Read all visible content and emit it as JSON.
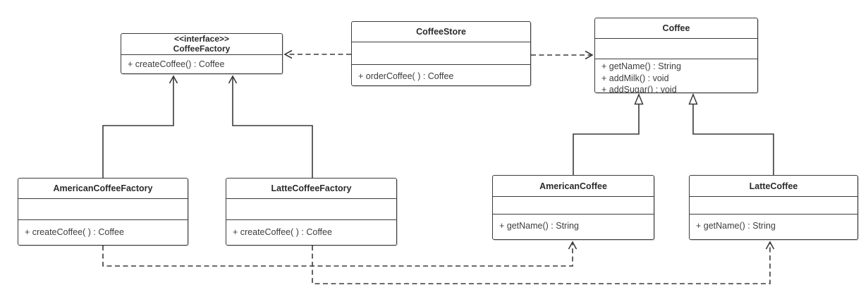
{
  "diagram": {
    "kind": "uml-class-diagram",
    "subject": "Coffee Factory pattern",
    "background": "#ffffff"
  },
  "colors": {
    "line": "#3a3a3a",
    "border": "#3b3b3b",
    "text": "#3d3d3d",
    "title_text": "#2b2b2b",
    "box_fill": "#ffffff"
  },
  "classes": [
    {
      "id": "coffee-factory",
      "stereotype": "<<interface>>",
      "name": "CoffeeFactory",
      "attributes": [],
      "methods": [
        "+ createCoffee() : Coffee"
      ]
    },
    {
      "id": "coffee-store",
      "name": "CoffeeStore",
      "attributes": [],
      "methods": [
        "+ orderCoffee( ) : Coffee"
      ]
    },
    {
      "id": "coffee",
      "name": "Coffee",
      "attributes": [],
      "methods": [
        "+ getName() : String",
        "+ addMilk() : void",
        "+ addSugar() : void"
      ]
    },
    {
      "id": "american-coffee-factory",
      "name": "AmericanCoffeeFactory",
      "attributes": [],
      "methods": [
        "+ createCoffee( ) : Coffee"
      ]
    },
    {
      "id": "latte-coffee-factory",
      "name": "LatteCoffeeFactory",
      "attributes": [],
      "methods": [
        "+ createCoffee( ) : Coffee"
      ]
    },
    {
      "id": "american-coffee",
      "name": "AmericanCoffee",
      "attributes": [],
      "methods": [
        "+ getName() : String"
      ]
    },
    {
      "id": "latte-coffee",
      "name": "LatteCoffee",
      "attributes": [],
      "methods": [
        "+ getName() : String"
      ]
    }
  ],
  "relationships": [
    {
      "from": "CoffeeStore",
      "to": "CoffeeFactory",
      "type": "dependency",
      "line": "dashed",
      "arrowhead": "open"
    },
    {
      "from": "CoffeeStore",
      "to": "Coffee",
      "type": "dependency",
      "line": "dashed",
      "arrowhead": "open"
    },
    {
      "from": "AmericanCoffeeFactory",
      "to": "CoffeeFactory",
      "type": "realization",
      "line": "solid",
      "arrowhead": "open"
    },
    {
      "from": "LatteCoffeeFactory",
      "to": "CoffeeFactory",
      "type": "realization",
      "line": "solid",
      "arrowhead": "open"
    },
    {
      "from": "AmericanCoffee",
      "to": "Coffee",
      "type": "generalization",
      "line": "solid",
      "arrowhead": "hollow-triangle"
    },
    {
      "from": "LatteCoffee",
      "to": "Coffee",
      "type": "generalization",
      "line": "solid",
      "arrowhead": "hollow-triangle"
    },
    {
      "from": "AmericanCoffeeFactory",
      "to": "AmericanCoffee",
      "type": "dependency",
      "line": "dashed",
      "arrowhead": "open"
    },
    {
      "from": "LatteCoffeeFactory",
      "to": "LatteCoffee",
      "type": "dependency",
      "line": "dashed",
      "arrowhead": "open"
    }
  ]
}
